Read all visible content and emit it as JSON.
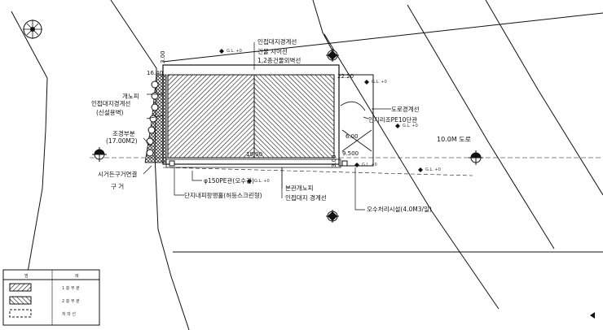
{
  "labels": {
    "adjacent_boundary": "인접대지경계선",
    "building_line": "건물 자어선",
    "outer_wall": "1,2층건물외벽선",
    "drain_cover": "개노피",
    "adjacent_left": "인접대지경계선",
    "adjacent_left_sub": "(신설용벽)",
    "landscape": "조경부분",
    "landscape_area": "(17.00M2)",
    "existing_ditch": "시거든구거연결",
    "ditch": "구 거",
    "road_boundary": "도로경계선",
    "pipe_right": "인지리조PE10단관",
    "road_width": "10.0M 도로",
    "pipe_150": "φ150PE관(오수관)",
    "site_drain": "단지내피팡맹홀(허등스크린형)",
    "culvert": "본관개노피",
    "adjacent_bottom": "인접대지 경계선",
    "septic": "오수처리시설(4.0M3/일)",
    "gl_1": "G.L. +0",
    "gl_2": "G.L. +0",
    "gl_3": "G.L. +0",
    "gl_4": "G.L. +0",
    "gl_5": "G.L. +0",
    "gl_6": "G.L. +0"
  },
  "dimensions": {
    "top_left": "16.40",
    "top_right": "22.20",
    "bottom": "19.00",
    "right_mid": "6.00",
    "right_low": "9.500",
    "left_vert": "3.00",
    "bottom_offset": "3.00"
  },
  "legend": {
    "header_left": "범",
    "header_right": "례",
    "row1": "1 층 부 분",
    "row2": "2 층 부 분",
    "row3": "처 마 선"
  }
}
